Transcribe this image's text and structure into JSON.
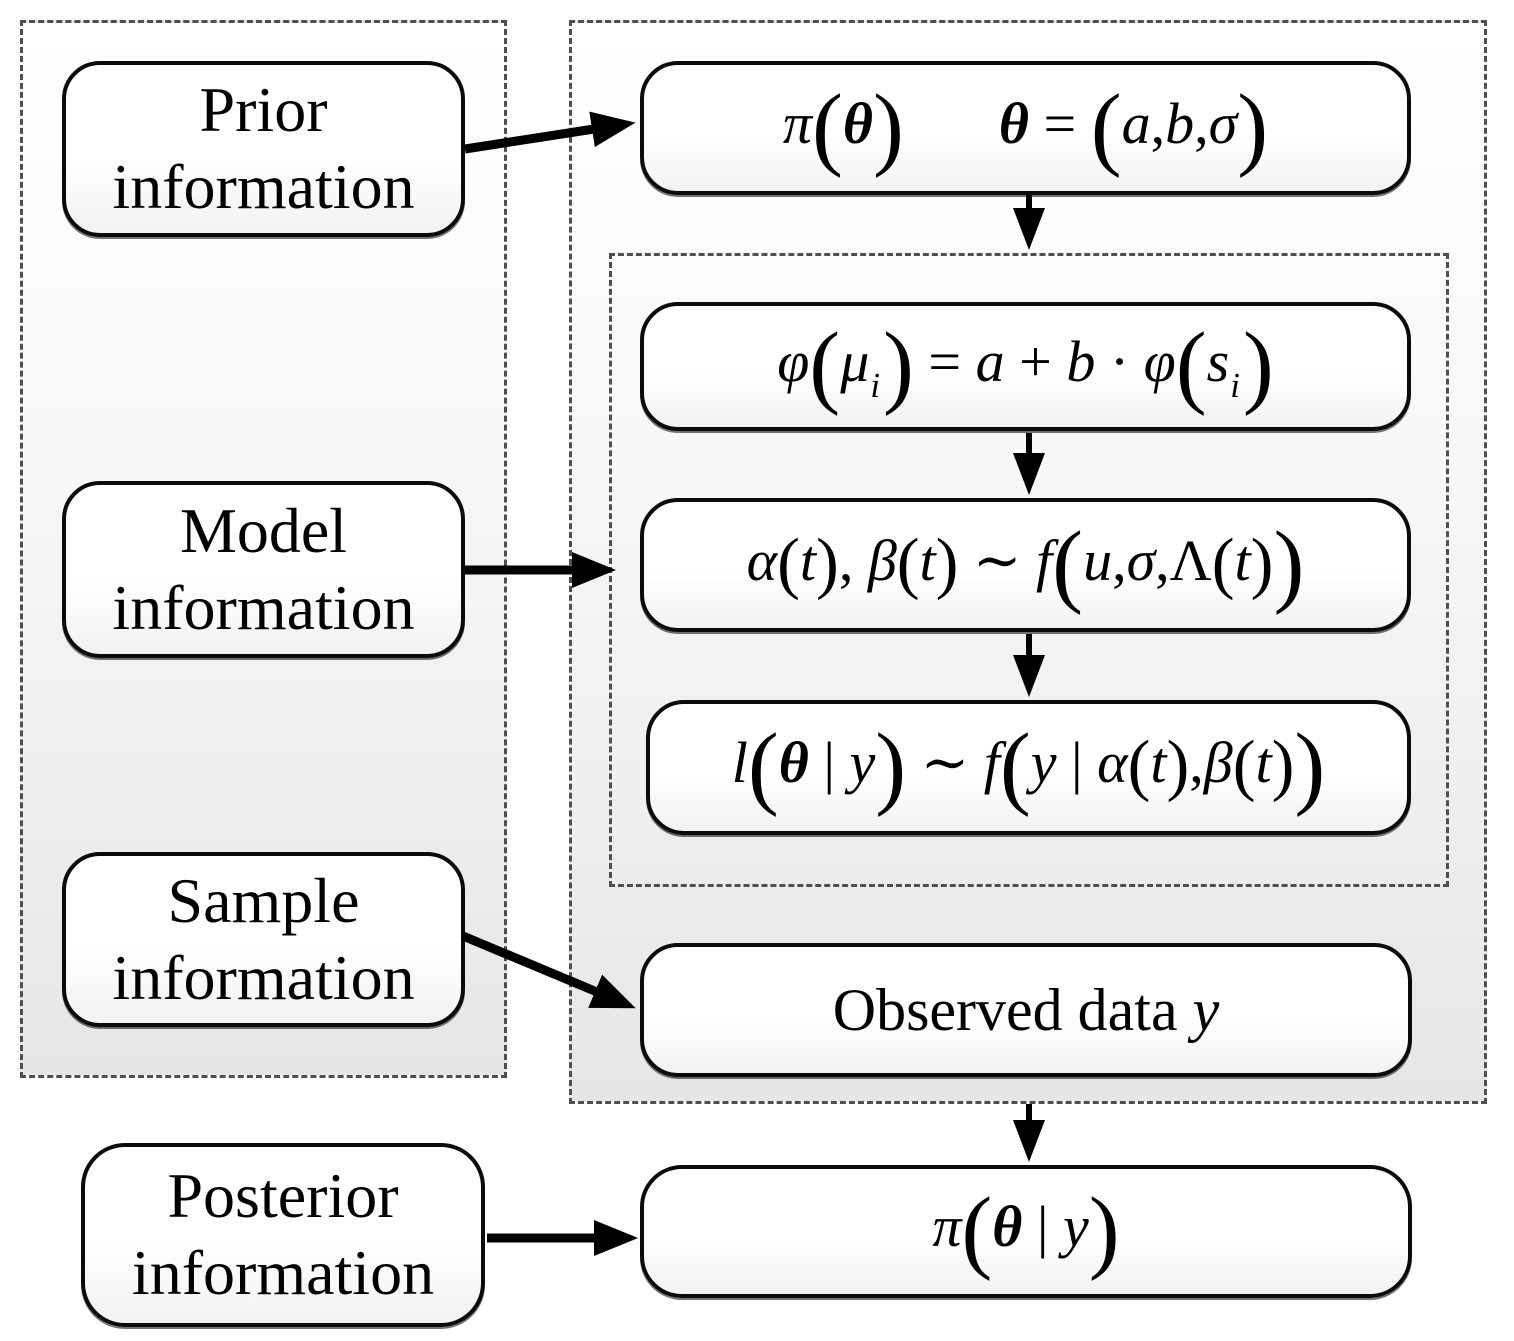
{
  "colors": {
    "box-border": "#0b0b0b",
    "dash-border": "#4f4f4f",
    "arrow": "#000000",
    "text": "#000000",
    "panel-top": "#ffffff",
    "panel-bottom": "#e6e6e6"
  },
  "labels": {
    "prior": "Prior\ninformation",
    "model": "Model\ninformation",
    "sample": "Sample\ninformation",
    "posterior": "Posterior\ninformation"
  },
  "formulas": {
    "prior_distribution": [
      {
        "t": "v",
        "s": "π"
      },
      {
        "t": "p",
        "s": "("
      },
      {
        "t": "b",
        "s": "θ"
      },
      {
        "t": "p",
        "s": ")"
      },
      {
        "t": "g",
        "w": 95
      },
      {
        "t": "b",
        "s": "θ"
      },
      {
        "t": "o",
        "s": " = "
      },
      {
        "t": "p",
        "s": "("
      },
      {
        "t": "v",
        "s": "a"
      },
      {
        "t": "o",
        "s": ","
      },
      {
        "t": "v",
        "s": "b"
      },
      {
        "t": "o",
        "s": ","
      },
      {
        "t": "v",
        "s": "σ"
      },
      {
        "t": "p",
        "s": ")"
      }
    ],
    "link_function": [
      {
        "t": "v",
        "s": "φ"
      },
      {
        "t": "p",
        "s": "("
      },
      {
        "t": "v",
        "s": "μ"
      },
      {
        "t": "s",
        "s": "i"
      },
      {
        "t": "p",
        "s": ")"
      },
      {
        "t": "o",
        "s": " = "
      },
      {
        "t": "v",
        "s": "a"
      },
      {
        "t": "o",
        "s": " + "
      },
      {
        "t": "v",
        "s": "b"
      },
      {
        "t": "o",
        "s": " · "
      },
      {
        "t": "v",
        "s": "φ"
      },
      {
        "t": "p",
        "s": "("
      },
      {
        "t": "v",
        "s": "s"
      },
      {
        "t": "s",
        "s": "i"
      },
      {
        "t": "p",
        "s": ")"
      }
    ],
    "process_model": [
      {
        "t": "v",
        "s": "α"
      },
      {
        "t": "q",
        "s": "("
      },
      {
        "t": "v",
        "s": "t"
      },
      {
        "t": "q",
        "s": ")"
      },
      {
        "t": "o",
        "s": ", "
      },
      {
        "t": "v",
        "s": "β"
      },
      {
        "t": "q",
        "s": "("
      },
      {
        "t": "v",
        "s": "t"
      },
      {
        "t": "q",
        "s": ")"
      },
      {
        "t": "o",
        "s": " ∼ "
      },
      {
        "t": "v",
        "s": "f"
      },
      {
        "t": "p",
        "s": "("
      },
      {
        "t": "v",
        "s": "u"
      },
      {
        "t": "o",
        "s": ","
      },
      {
        "t": "v",
        "s": "σ"
      },
      {
        "t": "o",
        "s": ","
      },
      {
        "t": "o",
        "s": "Λ"
      },
      {
        "t": "q",
        "s": "("
      },
      {
        "t": "v",
        "s": "t"
      },
      {
        "t": "q",
        "s": ")"
      },
      {
        "t": "p",
        "s": ")"
      }
    ],
    "likelihood": [
      {
        "t": "v",
        "s": "l"
      },
      {
        "t": "p",
        "s": "("
      },
      {
        "t": "b",
        "s": "θ"
      },
      {
        "t": "o",
        "s": " | "
      },
      {
        "t": "v",
        "s": "y"
      },
      {
        "t": "p",
        "s": ")"
      },
      {
        "t": "o",
        "s": " ∼ "
      },
      {
        "t": "v",
        "s": "f"
      },
      {
        "t": "p",
        "s": "("
      },
      {
        "t": "v",
        "s": "y"
      },
      {
        "t": "o",
        "s": " | "
      },
      {
        "t": "v",
        "s": "α"
      },
      {
        "t": "q",
        "s": "("
      },
      {
        "t": "v",
        "s": "t"
      },
      {
        "t": "q",
        "s": ")"
      },
      {
        "t": "o",
        "s": ","
      },
      {
        "t": "v",
        "s": "β"
      },
      {
        "t": "q",
        "s": "("
      },
      {
        "t": "v",
        "s": "t"
      },
      {
        "t": "q",
        "s": ")"
      },
      {
        "t": "p",
        "s": ")"
      }
    ],
    "observed_data": [
      {
        "t": "o",
        "s": "Observed data "
      },
      {
        "t": "v",
        "s": "y"
      }
    ],
    "posterior_distribution": [
      {
        "t": "v",
        "s": "π"
      },
      {
        "t": "p",
        "s": "("
      },
      {
        "t": "b",
        "s": "θ"
      },
      {
        "t": "o",
        "s": " | "
      },
      {
        "t": "v",
        "s": "y"
      },
      {
        "t": "p",
        "s": ")"
      }
    ]
  }
}
